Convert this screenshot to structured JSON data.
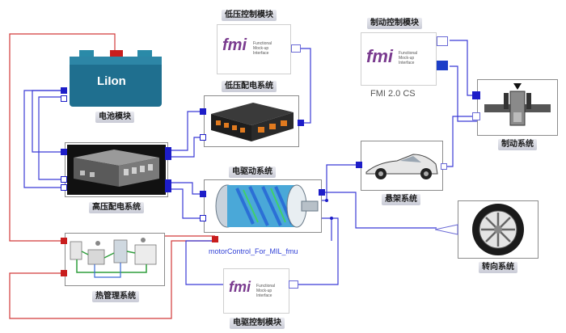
{
  "blocks": {
    "battery": {
      "label": "电池模块",
      "text": "LiIon"
    },
    "hv_dist": {
      "label": "高压配电系统"
    },
    "thermal": {
      "label": "热管理系统"
    },
    "lv_ctrl": {
      "label": "低压控制模块"
    },
    "lv_dist": {
      "label": "低压配电系统"
    },
    "motor": {
      "label": "电驱动系统",
      "instance": "motorControl_For_MIL_fmu"
    },
    "motor_ctrl": {
      "label": "电驱控制模块"
    },
    "brake_ctrl": {
      "label": "制动控制模块",
      "caption": "FMI 2.0 CS"
    },
    "brake_sys": {
      "label": "制动系统"
    },
    "suspension": {
      "label": "悬架系统"
    },
    "steering": {
      "label": "转向系统"
    }
  },
  "fmi_logo": {
    "mark": "fmi",
    "tagline": "Functional\nMock-up\nInterface"
  },
  "colors": {
    "wire_blue": "#3b3bd6",
    "wire_red": "#d23a3a",
    "port_blue": "#1d1dc8",
    "port_red": "#c81d1d",
    "battery": "#1f6f8f"
  },
  "icons": [
    "battery-icon",
    "controller-box-icon",
    "motor-icon",
    "car-icon",
    "wheel-icon",
    "brake-disc-icon",
    "thermal-system-icon"
  ]
}
